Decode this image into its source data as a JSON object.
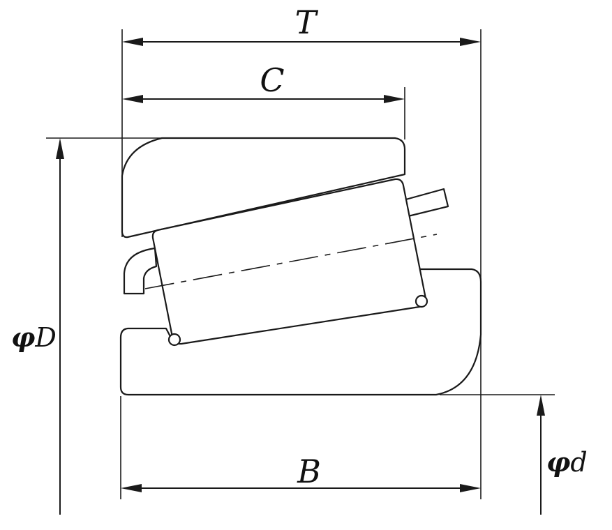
{
  "dimensions": {
    "T": "T",
    "C": "C",
    "B": "B",
    "D": "D",
    "d": "d",
    "phi_symbol": "φ"
  },
  "colors": {
    "line": "#1a1a1a",
    "background": "#ffffff"
  }
}
